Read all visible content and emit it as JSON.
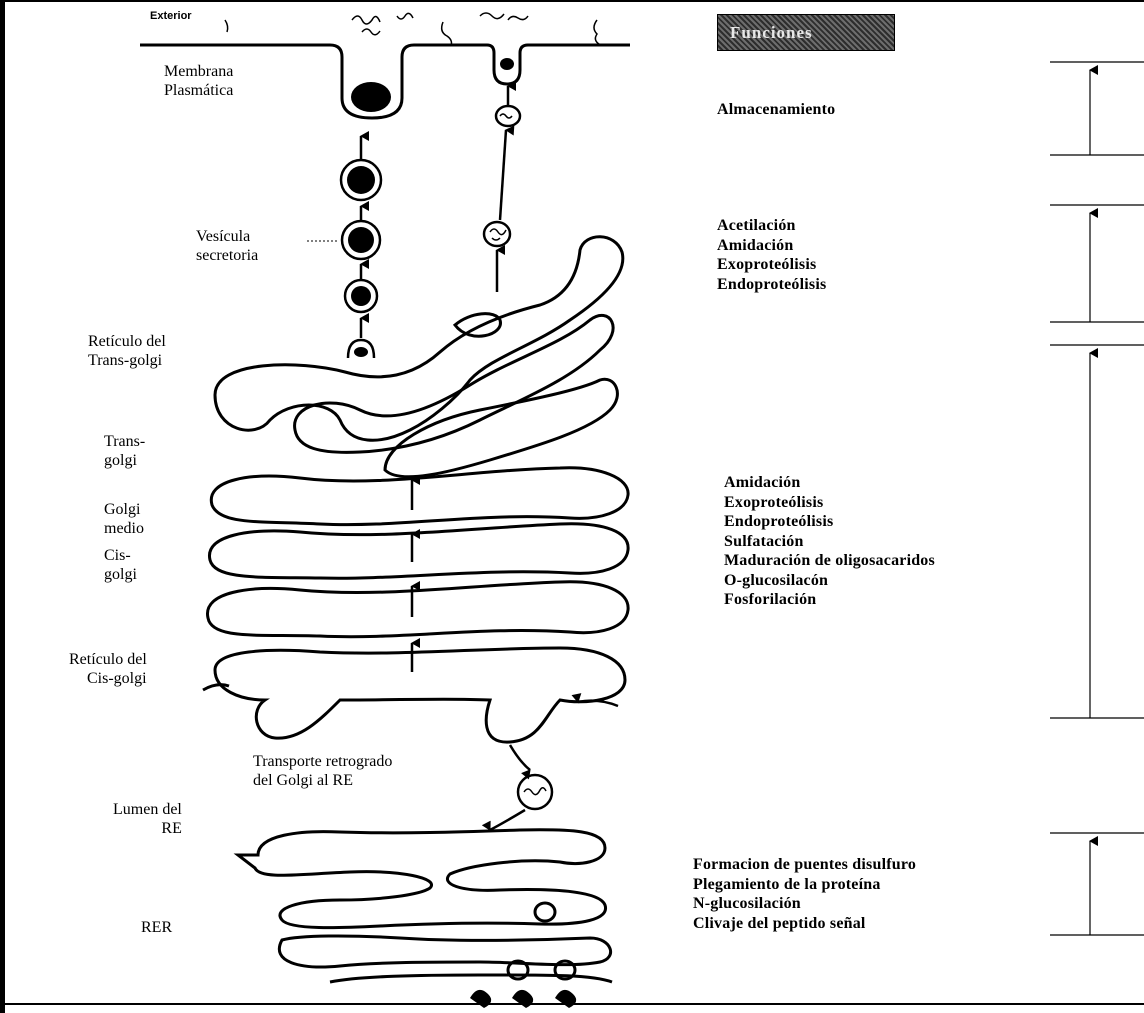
{
  "exterior_label": "Exterior",
  "functions_header": "Funciones",
  "labels": {
    "membrana": [
      "Membrana",
      "Plasmática"
    ],
    "vesicula": [
      "Vesícula",
      "secretoria"
    ],
    "reticulo_trans": [
      "Retículo del",
      "Trans-golgi"
    ],
    "trans_golgi": [
      "Trans-",
      "golgi"
    ],
    "golgi_medio": [
      "Golgi",
      "medio"
    ],
    "cis_golgi": [
      "Cis-",
      "golgi"
    ],
    "reticulo_cis": [
      "Retículo del",
      "Cis-golgi"
    ],
    "transporte": [
      "Transporte retrogrado",
      "del Golgi al RE"
    ],
    "lumen": [
      "Lumen del",
      "RE"
    ],
    "rer": "RER"
  },
  "function_groups": [
    {
      "items": [
        "Almacenamiento"
      ]
    },
    {
      "items": [
        "Acetilación",
        "Amidación",
        "Exoproteólisis",
        "Endoproteólisis"
      ]
    },
    {
      "items": [
        "Amidación",
        "Exoproteólisis",
        "Endoproteólisis",
        "Sulfatación",
        "Maduración de oligosacaridos",
        "O-glucosilacón",
        "Fosforilación"
      ]
    },
    {
      "items": [
        "Formacion de puentes disulfuro",
        "Plegamiento de la proteína",
        "N-glucosilación",
        "Clivaje del peptido señal"
      ]
    }
  ]
}
